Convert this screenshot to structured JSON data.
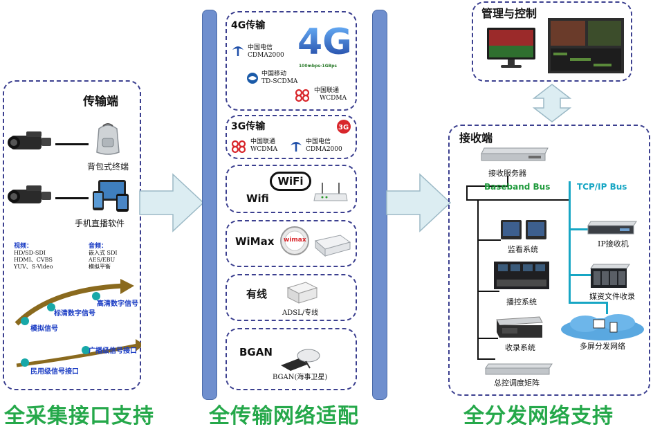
{
  "left": {
    "title": "传输端",
    "backpack_label": "背包式终端",
    "phone_label": "手机直播软件",
    "video_head": "视频：",
    "video_items": [
      "HD/SD-SDI",
      "HDMI、CVBS",
      "YUV、S-Video"
    ],
    "audio_head": "音频：",
    "audio_items": [
      "嵌入式 SDI",
      "AES/EBU",
      "模拟平衡"
    ],
    "signals": [
      "高清数字信号",
      "标清数字信号",
      "模拟信号",
      "广播级信号接口",
      "民用级信号接口"
    ]
  },
  "middle": {
    "g4_title": "4G传输",
    "g4_telecom": [
      "中国电信",
      "CDMA2000"
    ],
    "g4_mobile": [
      "中国移动",
      "TD-SCDMA"
    ],
    "g4_unicom": [
      "中国联通",
      "WCDMA"
    ],
    "g4_speed": "100mbps-1GBps",
    "g3_title": "3G传输",
    "g3_unicom": [
      "中国联通",
      "WCDMA"
    ],
    "g3_telecom": [
      "中国电信",
      "CDMA2000"
    ],
    "wifi_label": "Wifi",
    "wifi_logo": "WiFi",
    "wimax_label": "WiMax",
    "wimax_logo": "wimax",
    "wired_label": "有线",
    "wired_caption": "ADSL/专线",
    "bgan_label": "BGAN",
    "bgan_caption": "BGAN(海事卫星)"
  },
  "right": {
    "mgmt_title": "管理与控制",
    "recv_title": "接收端",
    "server_label": "接收服务器",
    "baseband_bus": "Baseband Bus",
    "tcpip_bus": "TCP/IP Bus",
    "monitor_label": "监看系统",
    "control_label": "播控系统",
    "record_label": "收录系统",
    "matrix_label": "总控调度矩阵",
    "ip_receiver_label": "IP接收机",
    "media_label": "媒资文件收录",
    "multiscreen_label": "多屏分发网络"
  },
  "captions": [
    "全采集接口支持",
    "全传输网络适配",
    "全分发网络支持"
  ],
  "colors": {
    "caption_green": "#25a84a",
    "pillar_blue": "#6f8fce",
    "dash_border": "#3b3f8f",
    "baseband_green": "#1f9a3c",
    "tcpip_cyan": "#17a6c4",
    "arrow_fill": "#dcedf2",
    "signal_arrow": "#8a6a1e"
  }
}
